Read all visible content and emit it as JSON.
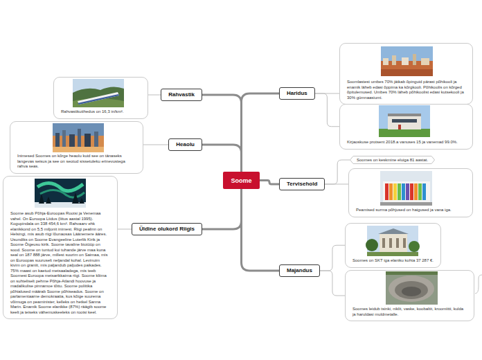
{
  "diagram": {
    "nodes": [
      {
        "text": [
          "Soome"
        ]
      },
      {
        "text": [
          "Rahvastik"
        ]
      },
      {
        "text": [
          "Rahvastikutihedus on 16,3 in/km²."
        ]
      },
      {
        "text": [
          "Heaolu"
        ]
      },
      {
        "text": [
          "Inimesed Soomes on kõrge heaolu kuid see on tänaseks langevas seisus ja see on seotud sissetuleku erinevustega rahva seas."
        ]
      },
      {
        "text": [
          "Üldine olukord Riigis"
        ]
      },
      {
        "text": [
          "Soome asub Põhja-Euroopas Rootsi ja Venemaa vahel. On Euroopa Liidus (liitus aastal 1995). Kogupindala on 338 454,6 km². Rahvaarv ehk elanikkond on 5,5 miljonit inimest. Riigi pealinn on Helsingi, mis asub riigi lõunaosas Läänemere ääres. Usundiks on Soome Evangeeline Luterlik Kirik ja Soome Õigeusu kirik. Soome tavaline biotüüp on sood. Soome on tuntud kui tuhande järve maa kuna seal on 187 888 järve, millest suurim on Saimaa, mis on Euroopas suuruselt neljandal kohal. Levinuim kivim on graniit, mis paljandub paljudes paikades. 75% maast on kaetud metsaaladega, mis teeb Soomest Euroopa metsarikkaima riigi. Soome kliima on suhteliselt pehme Põhja-Atlandi hoovuse ja madalikulise pinnamoe tõttu. Soome poliitika põhialused määrab Soome põhiseadus. Soome on parlamentaarne demokraatia, kus kõige suurema võimuga on peaminister, kelleks on hetkel Sanna Marin. Enamik Soome elanikke (87%) räägib soome keelt ja teiseks vähemuskeeleks on rootsi keel."
        ]
      },
      {
        "text": [
          "Haridus"
        ]
      },
      {
        "text": [
          "Soomlastest umbes 70% jätkab õpinguid pärast põhikooli ja enamik läheb edasi õppima ka kõrgkooli. Põhikoolis on kõrged õpitulemused. Umbes 70% läheb põhikoolist edasi kutsekooli ja 30% gümnaasiumi."
        ]
      },
      {
        "text": [
          "Kirjaoskuse protsent 2018.a vanuses 15 ja vanemad 99.0%."
        ]
      },
      {
        "text": [
          "Tervisehold"
        ]
      },
      {
        "text": [
          "Soomes on keskmine eluiga 81 aastat."
        ]
      },
      {
        "text": [
          "Peamised surma põhjused on haigused ja vana iga."
        ]
      },
      {
        "text": [
          "Majandus"
        ]
      },
      {
        "text": [
          "Soomes on SKT iga elaniku kohta 37 287 €."
        ]
      },
      {
        "text": [
          "Soomes leidub tsinki, niklit, vaske, koobaltit, kroomiitti, kulda ja haruldasi muldmetalle."
        ]
      }
    ],
    "edges": [
      {
        "from": 0,
        "to": 1,
        "arrow": "none"
      },
      {
        "from": 0,
        "to": 3,
        "arrow": "none"
      },
      {
        "from": 0,
        "to": 5,
        "arrow": "none"
      },
      {
        "from": 0,
        "to": 7,
        "arrow": "none"
      },
      {
        "from": 0,
        "to": 10,
        "arrow": "none"
      },
      {
        "from": 0,
        "to": 13,
        "arrow": "none"
      },
      {
        "from": 1,
        "to": 2,
        "arrow": "none"
      },
      {
        "from": 3,
        "to": 4,
        "arrow": "none"
      },
      {
        "from": 5,
        "to": 6,
        "arrow": "none"
      },
      {
        "from": 7,
        "to": 8,
        "arrow": "none"
      },
      {
        "from": 7,
        "to": 9,
        "arrow": "none"
      },
      {
        "from": 10,
        "to": 11,
        "arrow": "none"
      },
      {
        "from": 10,
        "to": 12,
        "arrow": "none"
      },
      {
        "from": 13,
        "to": 14,
        "arrow": "none"
      },
      {
        "from": 13,
        "to": 15,
        "arrow": "none"
      }
    ]
  }
}
